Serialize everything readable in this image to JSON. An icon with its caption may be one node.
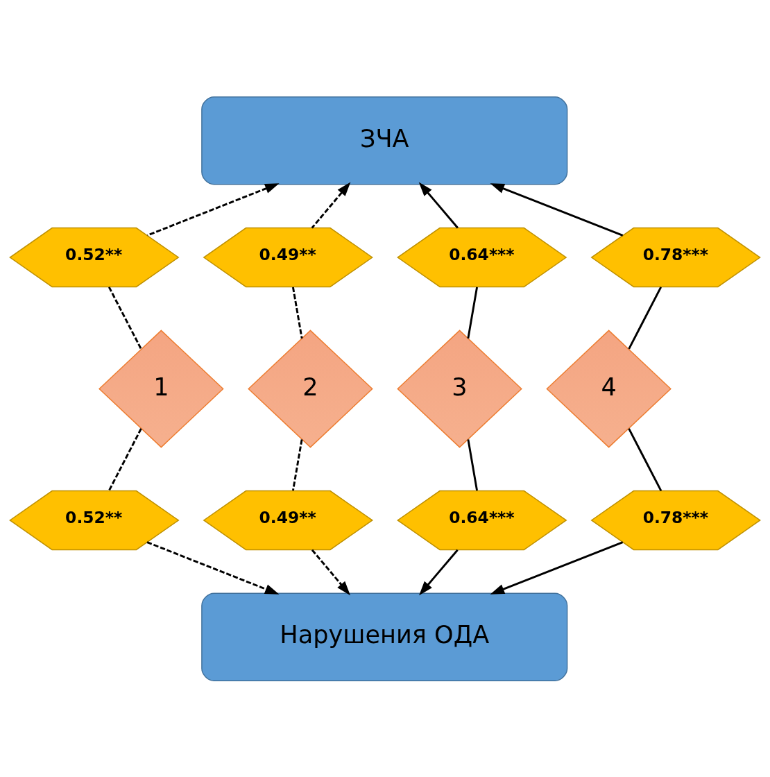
{
  "diagram": {
    "nodes": [
      {
        "text": [
          "ЗЧА"
        ]
      },
      {
        "text": [
          "0.52**"
        ]
      },
      {
        "text": [
          "0.49**"
        ]
      },
      {
        "text": [
          "0.64***"
        ]
      },
      {
        "text": [
          "0.78***"
        ]
      },
      {
        "text": [
          "1"
        ]
      },
      {
        "text": [
          "2"
        ]
      },
      {
        "text": [
          "3"
        ]
      },
      {
        "text": [
          "4"
        ]
      },
      {
        "text": [
          "0.52**"
        ]
      },
      {
        "text": [
          "0.49**"
        ]
      },
      {
        "text": [
          "0.64***"
        ]
      },
      {
        "text": [
          "0.78***"
        ]
      },
      {
        "text": [
          "Нарушения ОДА"
        ]
      }
    ],
    "edges": [
      {
        "from": 1,
        "to": 0,
        "arrow": "to",
        "style": "dashed"
      },
      {
        "from": 2,
        "to": 0,
        "arrow": "to",
        "style": "dashed"
      },
      {
        "from": 3,
        "to": 0,
        "arrow": "to"
      },
      {
        "from": 4,
        "to": 0,
        "arrow": "to"
      },
      {
        "from": 1,
        "to": 5,
        "arrow": "none",
        "style": "dashed"
      },
      {
        "from": 2,
        "to": 6,
        "arrow": "none",
        "style": "dashed"
      },
      {
        "from": 3,
        "to": 7,
        "arrow": "none"
      },
      {
        "from": 4,
        "to": 8,
        "arrow": "none"
      },
      {
        "from": 5,
        "to": 9,
        "arrow": "none",
        "style": "dashed"
      },
      {
        "from": 6,
        "to": 10,
        "arrow": "none",
        "style": "dashed"
      },
      {
        "from": 7,
        "to": 11,
        "arrow": "none"
      },
      {
        "from": 8,
        "to": 12,
        "arrow": "none"
      },
      {
        "from": 9,
        "to": 13,
        "arrow": "to",
        "style": "dashed"
      },
      {
        "from": 10,
        "to": 13,
        "arrow": "to",
        "style": "dashed"
      },
      {
        "from": 11,
        "to": 13,
        "arrow": "to"
      },
      {
        "from": 12,
        "to": 13,
        "arrow": "to"
      }
    ]
  }
}
